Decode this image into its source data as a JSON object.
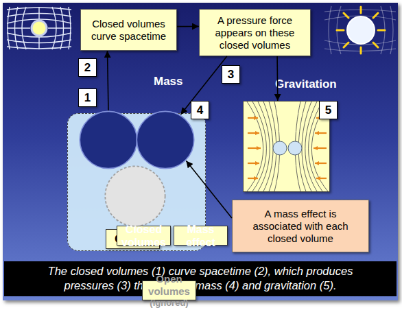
{
  "diagram": {
    "caption": "The closed volumes (1) curve spacetime (2), which produces pressures (3) that explain mass (4) and gravitation (5).",
    "nodes": [
      {
        "text": [
          "Closed volumes curve spacetime"
        ]
      },
      {
        "text": [
          "A pressure force appears on these closed volumes"
        ]
      },
      {
        "text": [
          "Object"
        ]
      },
      {
        "text": [
          "Closed volumes"
        ],
        "in": 2
      },
      {
        "text": [
          "Mass effect"
        ],
        "in": 2
      },
      {
        "text": [
          "Open volumes",
          "(ignored)"
        ],
        "in": 2
      },
      {
        "text": [
          "Gravitation"
        ]
      },
      {
        "text": [
          "A mass effect is associated with each closed volume"
        ]
      }
    ],
    "edges": [
      {
        "from": 3,
        "to": 0,
        "arrow": "to"
      },
      {
        "from": 0,
        "to": 1,
        "arrow": "to"
      },
      {
        "from": 1,
        "to": 4,
        "label": "Mass",
        "arrow": "to"
      },
      {
        "from": 1,
        "to": 6,
        "arrow": "to"
      },
      {
        "from": 7,
        "to": 4,
        "arrow": "to"
      }
    ],
    "labels": [
      "2",
      "3",
      "1",
      "4",
      "5"
    ]
  }
}
